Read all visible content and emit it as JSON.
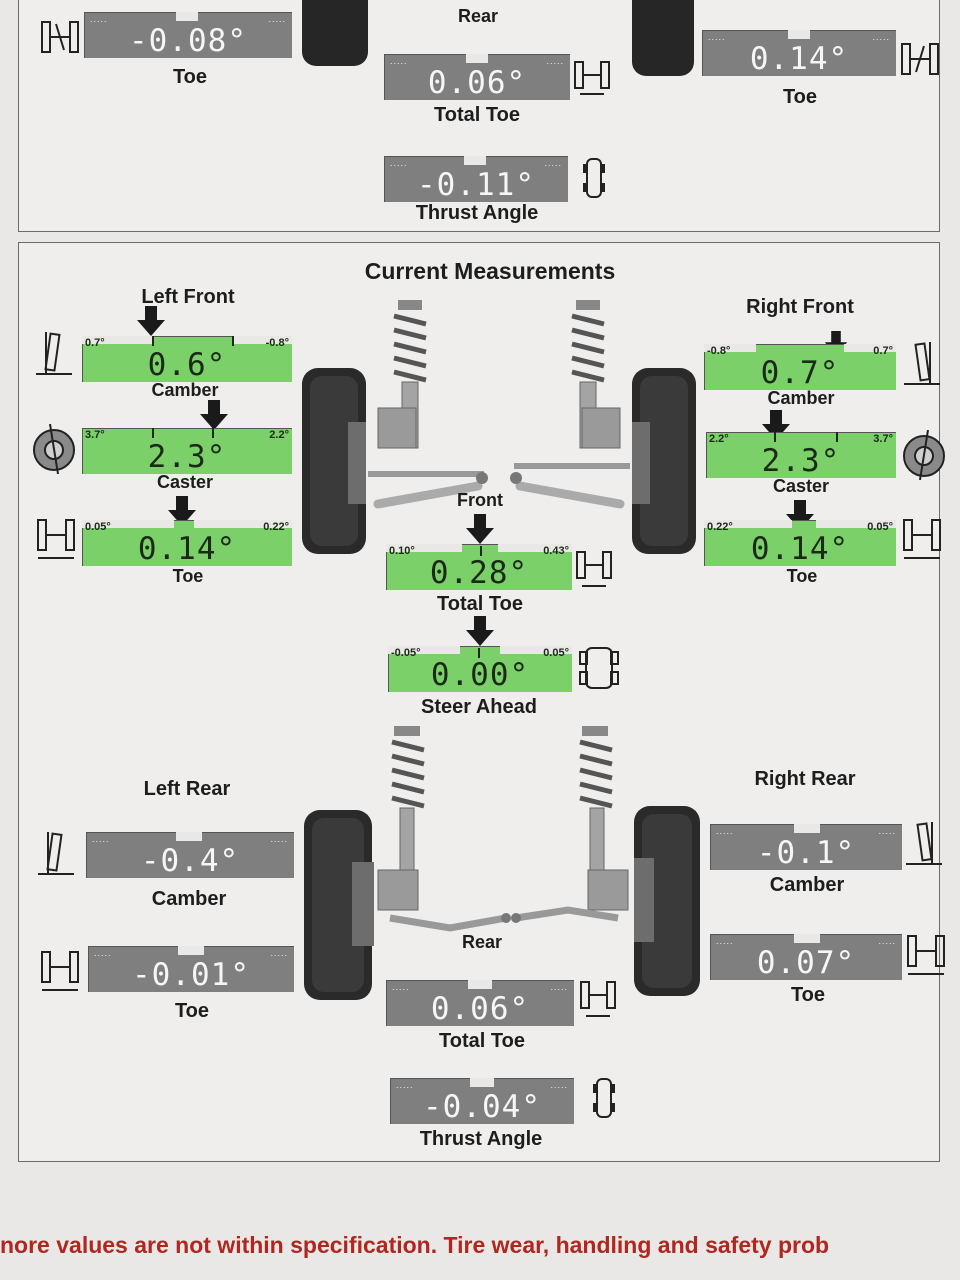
{
  "top_panel": {
    "left_toe": {
      "value": "-0.08°",
      "label": "Toe"
    },
    "right_toe": {
      "value": "0.14°",
      "label": "Toe"
    },
    "rear_label": "Rear",
    "total_toe": {
      "value": "0.06°",
      "label": "Total Toe"
    },
    "thrust_angle": {
      "value": "-0.11°",
      "label": "Thrust Angle"
    }
  },
  "current": {
    "title": "Current Measurements",
    "left_front": {
      "heading": "Left Front",
      "camber": {
        "value": "0.6°",
        "label": "Camber",
        "min": "0.7°",
        "max": "-0.8°"
      },
      "caster": {
        "value": "2.3°",
        "label": "Caster",
        "min": "3.7°",
        "max": "2.2°"
      },
      "toe": {
        "value": "0.14°",
        "label": "Toe",
        "min": "0.05°",
        "max": "0.22°"
      }
    },
    "right_front": {
      "heading": "Right Front",
      "camber": {
        "value": "0.7°",
        "label": "Camber",
        "min": "-0.8°",
        "max": "0.7°"
      },
      "caster": {
        "value": "2.3°",
        "label": "Caster",
        "min": "2.2°",
        "max": "3.7°"
      },
      "toe": {
        "value": "0.14°",
        "label": "Toe",
        "min": "0.22°",
        "max": "0.05°"
      }
    },
    "front": {
      "label": "Front",
      "total_toe": {
        "value": "0.28°",
        "label": "Total Toe",
        "min": "0.10°",
        "max": "0.43°"
      },
      "steer_ahead": {
        "value": "0.00°",
        "label": "Steer Ahead",
        "min": "-0.05°",
        "max": "0.05°"
      }
    },
    "left_rear": {
      "heading": "Left Rear",
      "camber": {
        "value": "-0.4°",
        "label": "Camber"
      },
      "toe": {
        "value": "-0.01°",
        "label": "Toe"
      }
    },
    "right_rear": {
      "heading": "Right Rear",
      "camber": {
        "value": "-0.1°",
        "label": "Camber"
      },
      "toe": {
        "value": "0.07°",
        "label": "Toe"
      }
    },
    "rear": {
      "label": "Rear",
      "total_toe": {
        "value": "0.06°",
        "label": "Total Toe"
      },
      "thrust_angle": {
        "value": "-0.04°",
        "label": "Thrust Angle"
      }
    }
  },
  "warning": "nore values are not within specification.  Tire wear, handling and safety prob",
  "colors": {
    "in_spec": "#7bd06a",
    "no_spec": "#7f7f7f",
    "warning": "#b0271f"
  }
}
